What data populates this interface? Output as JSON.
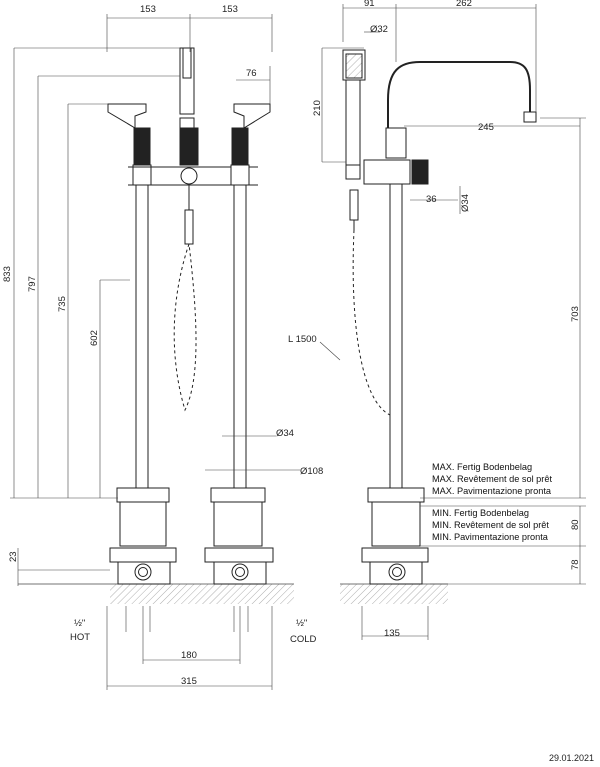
{
  "dimensions": {
    "top_left": "153",
    "top_right": "153",
    "spout_side": "76",
    "height_total": "833",
    "height_797": "797",
    "height_735": "735",
    "height_602": "602",
    "pipe_diameter": "Ø34",
    "base_diameter": "Ø108",
    "base_offset": "23",
    "hot_size": "½\"",
    "hot_label": "HOT",
    "cold_size": "½\"",
    "cold_label": "COLD",
    "center_distance": "180",
    "overall_width": "315",
    "side_91": "91",
    "side_262": "262",
    "handshower_diameter": "Ø32",
    "handshower_210": "210",
    "spout_245": "245",
    "inlet_36": "36",
    "column_diameter": "Ø34",
    "spout_height_703": "703",
    "hose_length": "L 1500",
    "floor_80": "80",
    "floor_78": "78",
    "base_width_135": "135"
  },
  "notes": {
    "max_de": "MAX. Fertig Bodenbelag",
    "max_fr": "MAX. Revêtement de sol prêt",
    "max_it": "MAX. Pavimentazione pronta",
    "min_de": "MIN. Fertig Bodenbelag",
    "min_fr": "MIN. Revêtement de sol prêt",
    "min_it": "MIN. Pavimentazione pronta"
  },
  "date": "29.01.2021"
}
